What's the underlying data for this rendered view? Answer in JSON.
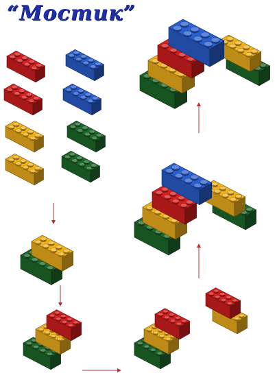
{
  "page": {
    "title": "“Мостик”"
  },
  "colors": {
    "red": "#d81f1f",
    "blue": "#2a5fd0",
    "yellow": "#f2b21c",
    "green": "#1f6a2b",
    "arrow": "#b03030"
  },
  "parts": [
    {
      "color": "red",
      "size": "2x4"
    },
    {
      "color": "blue",
      "size": "2x4"
    },
    {
      "color": "red",
      "size": "2x4"
    },
    {
      "color": "blue",
      "size": "2x4"
    },
    {
      "color": "yellow",
      "size": "2x4"
    },
    {
      "color": "green",
      "size": "2x4"
    },
    {
      "color": "yellow",
      "size": "2x4"
    },
    {
      "color": "green",
      "size": "2x4"
    }
  ],
  "steps": [
    {
      "name": "step-1",
      "bricks": [
        "green",
        "yellow"
      ]
    },
    {
      "name": "step-2",
      "bricks": [
        "green",
        "yellow",
        "red"
      ]
    },
    {
      "name": "step-3",
      "bricks": [
        "green",
        "yellow",
        "red"
      ]
    },
    {
      "name": "step-4",
      "bricks": [
        "green",
        "yellow",
        "red",
        "yellow",
        "red",
        "green",
        "blue"
      ]
    },
    {
      "name": "step-5",
      "bricks": [
        "green",
        "yellow",
        "red",
        "yellow",
        "red",
        "green",
        "blue"
      ]
    }
  ]
}
